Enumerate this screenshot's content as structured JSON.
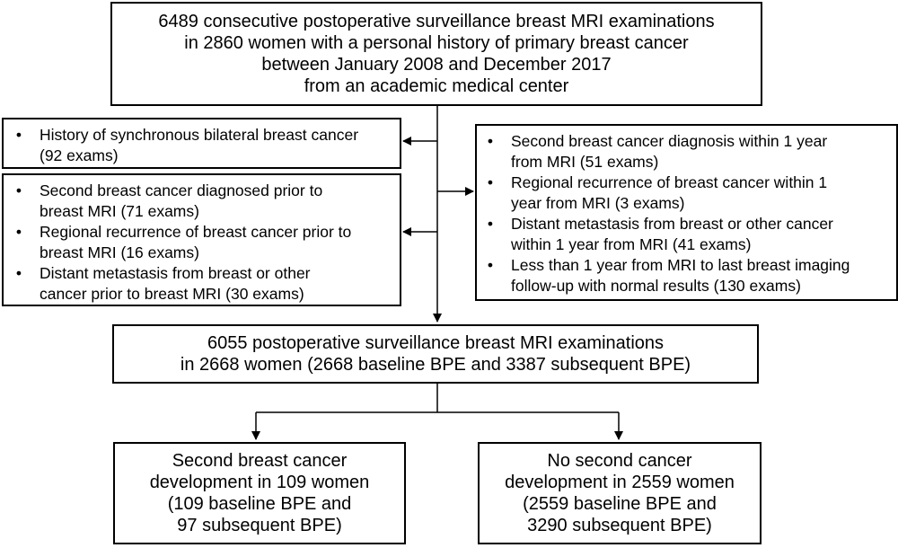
{
  "top_box": {
    "lines": [
      "6489 consecutive postoperative surveillance breast MRI examinations",
      "in 2860 women with a personal history of primary breast cancer",
      "between January 2008 and December 2017",
      "from an academic medical center"
    ]
  },
  "exclusion_left_1": {
    "items": [
      {
        "lines": [
          "History of synchronous bilateral breast cancer",
          "(92 exams)"
        ]
      }
    ]
  },
  "exclusion_left_2": {
    "items": [
      {
        "lines": [
          "Second breast cancer diagnosed prior to",
          "breast MRI (71 exams)"
        ]
      },
      {
        "lines": [
          "Regional recurrence of breast cancer prior to",
          "breast MRI (16 exams)"
        ]
      },
      {
        "lines": [
          "Distant metastasis from breast or other",
          "cancer prior to breast MRI (30 exams)"
        ]
      }
    ]
  },
  "exclusion_right": {
    "items": [
      {
        "lines": [
          "Second breast cancer diagnosis within 1 year",
          "from MRI (51 exams)"
        ]
      },
      {
        "lines": [
          "Regional recurrence of breast cancer within 1",
          "year from MRI (3 exams)"
        ]
      },
      {
        "lines": [
          "Distant metastasis from breast or other cancer",
          "within 1 year from MRI (41 exams)"
        ]
      },
      {
        "lines": [
          "Less than 1 year from MRI to last breast imaging",
          "follow-up with normal results (130 exams)"
        ]
      }
    ]
  },
  "middle_box": {
    "lines": [
      "6055 postoperative surveillance breast MRI examinations",
      "in 2668 women (2668 baseline BPE and 3387 subsequent BPE)"
    ]
  },
  "outcome_left": {
    "lines": [
      "Second breast cancer",
      "development in 109 women",
      "(109 baseline BPE and",
      "97 subsequent BPE)"
    ]
  },
  "outcome_right": {
    "lines": [
      "No second cancer",
      "development in 2559 women",
      "(2559 baseline BPE and",
      "3290 subsequent BPE)"
    ]
  },
  "bullet_glyph": "•"
}
